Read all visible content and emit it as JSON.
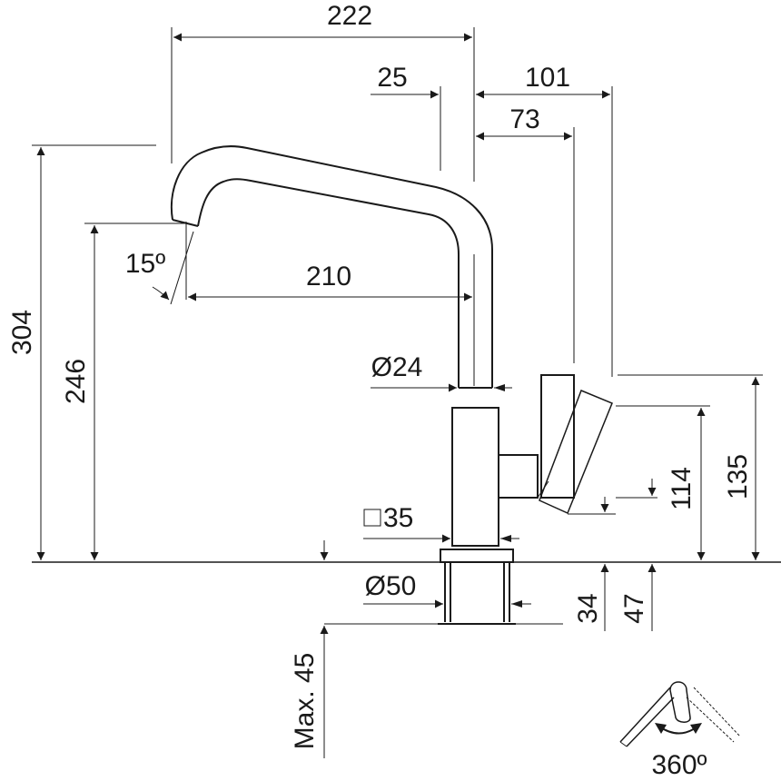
{
  "dimensions": {
    "overall_width": "222",
    "spout_offset": "25",
    "lever_reach": "101",
    "lever_offset": "73",
    "total_height": "304",
    "spout_height": "246",
    "spout_angle": "15º",
    "spout_reach": "210",
    "spout_diameter": "Ø24",
    "body_square": "35",
    "base_diameter": "Ø50",
    "lever_height": "114",
    "lever_top_height": "135",
    "below_deck_34": "34",
    "below_deck_47": "47",
    "max_deck_thickness": "Max. 45",
    "rotation": "360º"
  },
  "colors": {
    "line": "#1a1a1a",
    "background": "#ffffff"
  },
  "icons": {
    "rotation_icon": "rotation-arrows-icon",
    "square_symbol": "square-symbol-icon"
  }
}
